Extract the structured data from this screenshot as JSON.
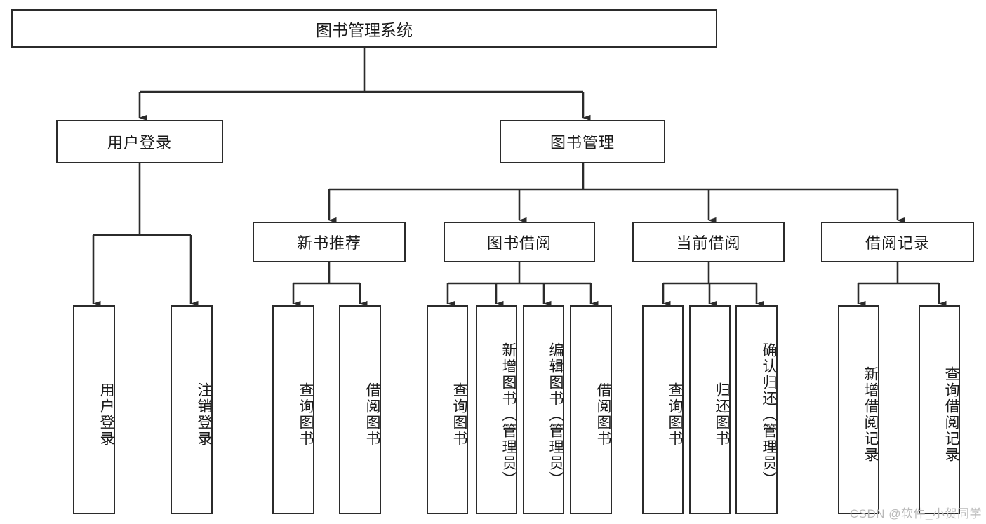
{
  "diagram": {
    "title": "图书管理系统",
    "type": "tree-hierarchy",
    "levels": {
      "root": "图书管理系统",
      "level2": [
        "用户登录",
        "图书管理"
      ],
      "level3": [
        "新书推荐",
        "图书借阅",
        "当前借阅",
        "借阅记录"
      ]
    },
    "nodes": {
      "root": {
        "label": "图书管理系统"
      },
      "user_login": {
        "label": "用户登录"
      },
      "book_manage": {
        "label": "图书管理"
      },
      "new_book_rec": {
        "label": "新书推荐"
      },
      "book_borrow": {
        "label": "图书借阅"
      },
      "current_borrow": {
        "label": "当前借阅"
      },
      "borrow_record": {
        "label": "借阅记录"
      },
      "leaf_user_login": {
        "label": "用户登录"
      },
      "leaf_logout": {
        "label": "注销登录"
      },
      "leaf_query_book_a": {
        "label": "查询图书"
      },
      "leaf_borrow_book_a": {
        "label": "借阅图书"
      },
      "leaf_query_book_b": {
        "label": "查询图书"
      },
      "leaf_add_book": {
        "label": "新增图书（管理员）"
      },
      "leaf_edit_book": {
        "label": "编辑图书（管理员）"
      },
      "leaf_borrow_book_b": {
        "label": "借阅图书"
      },
      "leaf_query_book_c": {
        "label": "查询图书"
      },
      "leaf_return_book": {
        "label": "归还图书"
      },
      "leaf_confirm_return": {
        "label": "确认归还（管理员）"
      },
      "leaf_add_record": {
        "label": "新增借阅记录"
      },
      "leaf_query_record": {
        "label": "查询借阅记录"
      }
    },
    "edges": [
      {
        "from": "root",
        "to": "user_login"
      },
      {
        "from": "root",
        "to": "book_manage"
      },
      {
        "from": "user_login",
        "to": "leaf_user_login"
      },
      {
        "from": "user_login",
        "to": "leaf_logout"
      },
      {
        "from": "book_manage",
        "to": "new_book_rec"
      },
      {
        "from": "book_manage",
        "to": "book_borrow"
      },
      {
        "from": "book_manage",
        "to": "current_borrow"
      },
      {
        "from": "book_manage",
        "to": "borrow_record"
      },
      {
        "from": "new_book_rec",
        "to": "leaf_query_book_a"
      },
      {
        "from": "new_book_rec",
        "to": "leaf_borrow_book_a"
      },
      {
        "from": "book_borrow",
        "to": "leaf_query_book_b"
      },
      {
        "from": "book_borrow",
        "to": "leaf_add_book"
      },
      {
        "from": "book_borrow",
        "to": "leaf_edit_book"
      },
      {
        "from": "book_borrow",
        "to": "leaf_borrow_book_b"
      },
      {
        "from": "current_borrow",
        "to": "leaf_query_book_c"
      },
      {
        "from": "current_borrow",
        "to": "leaf_return_book"
      },
      {
        "from": "current_borrow",
        "to": "leaf_confirm_return"
      },
      {
        "from": "borrow_record",
        "to": "leaf_add_record"
      },
      {
        "from": "borrow_record",
        "to": "leaf_query_record"
      }
    ],
    "colors": {
      "stroke": "#2b2b2b",
      "fill": "#ffffff",
      "text": "#1a1a1a",
      "watermark": "#b9b9b9"
    }
  },
  "watermark": {
    "text": "CSDN @软件_小贺同学"
  }
}
